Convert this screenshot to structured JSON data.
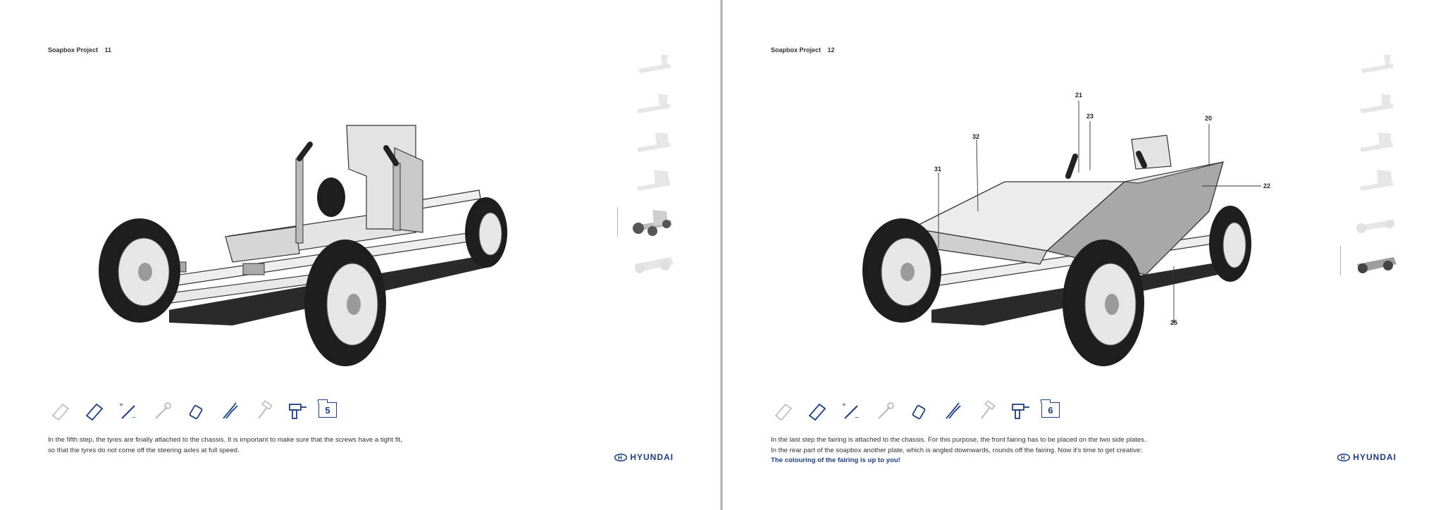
{
  "pages": [
    {
      "section": "Soapbox Project",
      "page_number": "11",
      "step": "5",
      "body_lines": [
        "In the fifth step, the tyres are finally attached to the chassis. It is important to make sure that the screws have a tight fit,",
        "so that the tyres do not come off the steering axles at full speed."
      ],
      "highlight": "",
      "brand": "HYUNDAI"
    },
    {
      "section": "Soapbox Project",
      "page_number": "12",
      "step": "6",
      "body_lines": [
        "In the last step the fairing is attached to the chassis. For this purpose, the front fairing has to be placed on the two side plates.",
        "In the rear part of the soapbox another plate, which is angled downwards, rounds off the fairing. Now it's time to get creative:"
      ],
      "highlight": "The colouring of the fairing is up to you!",
      "brand": "HYUNDAI",
      "callouts": [
        "21",
        "23",
        "20",
        "32",
        "31",
        "22",
        "25"
      ]
    }
  ],
  "tools": [
    "saw-icon",
    "sandpaper-icon",
    "screwdriver-icon",
    "wrench-icon",
    "glue-icon",
    "pliers-icon",
    "hammer-icon",
    "drill-icon",
    "step-box-icon"
  ],
  "colors": {
    "accent": "#1b3f8b",
    "ink": "#2b2b2b",
    "tyre": "#1e1e1e",
    "panel": "#d9d9d9"
  }
}
